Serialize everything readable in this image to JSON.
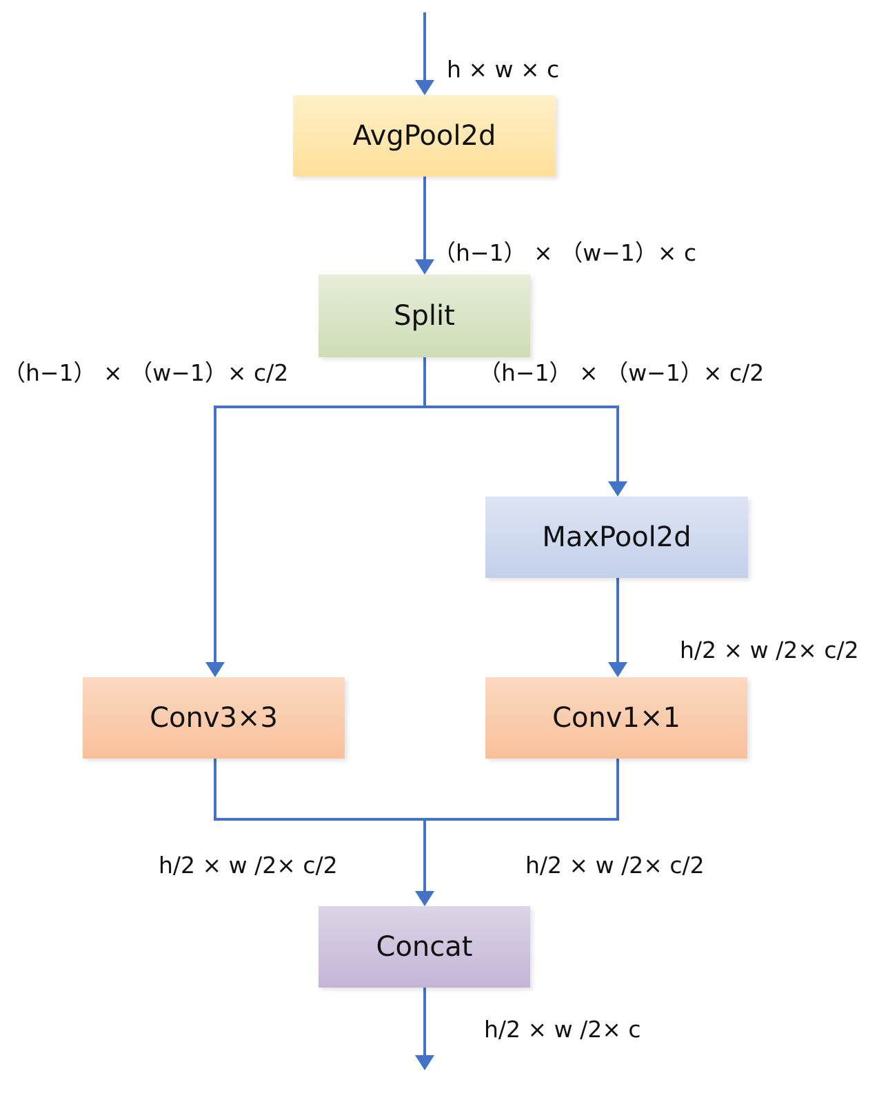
{
  "nodes": {
    "avgpool": {
      "label": "AvgPool2d",
      "color_top": "#FFF0C8",
      "color_bottom": "#FFE09A"
    },
    "split": {
      "label": "Split",
      "color_top": "#E6EDD9",
      "color_bottom": "#CEDDB5"
    },
    "maxpool": {
      "label": "MaxPool2d",
      "color_top": "#DDE4F3",
      "color_bottom": "#C3D0EA"
    },
    "conv3x3": {
      "label": "Conv3×3",
      "color_top": "#FBD9C1",
      "color_bottom": "#F9C09A"
    },
    "conv1x1": {
      "label": "Conv1×1",
      "color_top": "#FBD9C1",
      "color_bottom": "#F9C09A"
    },
    "concat": {
      "label": "Concat",
      "color_top": "#DCD4E6",
      "color_bottom": "#C4B5D6"
    }
  },
  "labels": {
    "input": "h × w × c",
    "after_avgpool": "（h−1） × （w−1）× c",
    "split_left": "（h−1） × （w−1）× c/2",
    "split_right": "（h−1） × （w−1）× c/2",
    "after_maxpool": "h/2 × w /2× c/2",
    "conv3x3_out": "h/2 × w /2× c/2",
    "conv1x1_out": "h/2 × w /2× c/2",
    "output": "h/2 × w /2× c"
  },
  "colors": {
    "edge": "#4472C4",
    "text": "#111111"
  }
}
